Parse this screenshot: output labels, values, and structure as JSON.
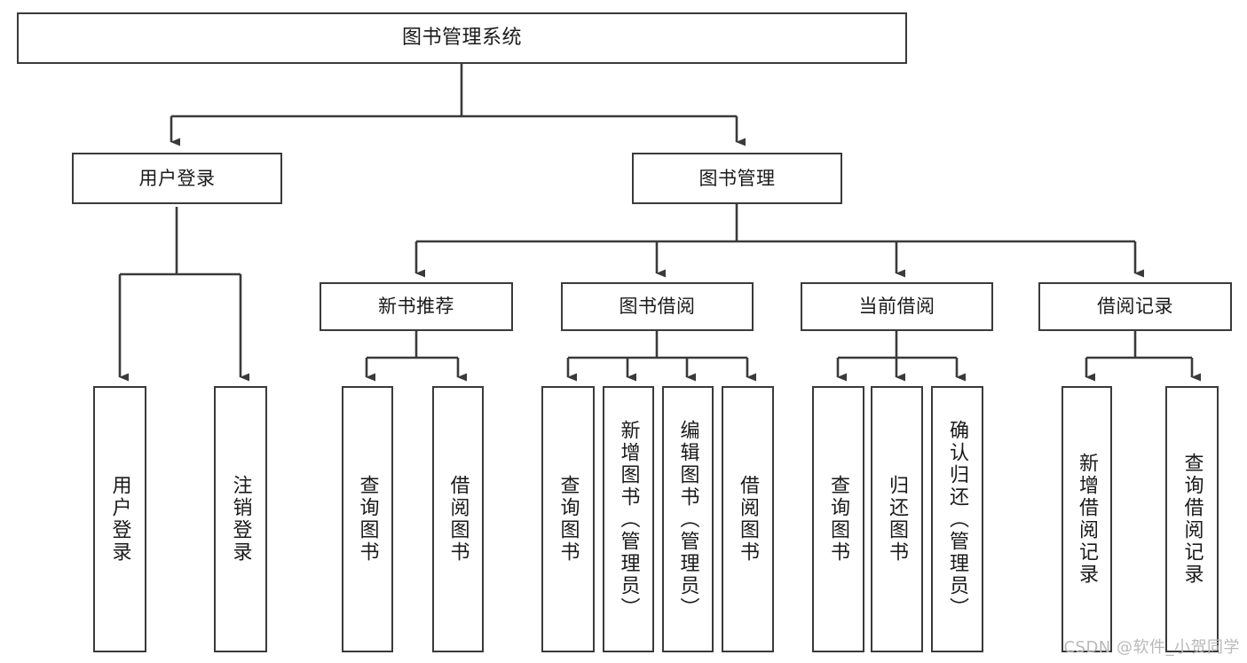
{
  "diagram": {
    "title": "图书管理系统",
    "type": "tree-hierarchy",
    "orientation": "top-down",
    "line_color": "#3a3a3a",
    "box_fill": "#ffffff",
    "text_color": "#1a1a1a",
    "nodes": {
      "root": {
        "label": "图书管理系统",
        "level": 0,
        "orient": "horizontal"
      },
      "l1": [
        {
          "id": "user-login",
          "label": "用户登录",
          "orient": "horizontal"
        },
        {
          "id": "book-manage",
          "label": "图书管理",
          "orient": "horizontal"
        }
      ],
      "l2": [
        {
          "id": "new-book-rec",
          "label": "新书推荐",
          "orient": "horizontal",
          "parent": "book-manage"
        },
        {
          "id": "book-borrow",
          "label": "图书借阅",
          "orient": "horizontal",
          "parent": "book-manage"
        },
        {
          "id": "current-borrow",
          "label": "当前借阅",
          "orient": "horizontal",
          "parent": "book-manage"
        },
        {
          "id": "borrow-record",
          "label": "借阅记录",
          "orient": "horizontal",
          "parent": "book-manage"
        }
      ],
      "leaves": [
        {
          "id": "leaf-user-login",
          "label": "用户登录",
          "orient": "vertical",
          "parent": "user-login"
        },
        {
          "id": "leaf-user-logout",
          "label": "注销登录",
          "orient": "vertical",
          "parent": "user-login"
        },
        {
          "id": "leaf-query-book-1",
          "label": "查询图书",
          "orient": "vertical",
          "parent": "new-book-rec"
        },
        {
          "id": "leaf-borrow-book-1",
          "label": "借阅图书",
          "orient": "vertical",
          "parent": "new-book-rec"
        },
        {
          "id": "leaf-query-book-2",
          "label": "查询图书",
          "orient": "vertical",
          "parent": "book-borrow"
        },
        {
          "id": "leaf-add-book",
          "label": "新增图书（管理员）",
          "orient": "vertical",
          "parent": "book-borrow"
        },
        {
          "id": "leaf-edit-book",
          "label": "编辑图书（管理员）",
          "orient": "vertical",
          "parent": "book-borrow"
        },
        {
          "id": "leaf-borrow-book-2",
          "label": "借阅图书",
          "orient": "vertical",
          "parent": "book-borrow"
        },
        {
          "id": "leaf-query-book-3",
          "label": "查询图书",
          "orient": "vertical",
          "parent": "current-borrow"
        },
        {
          "id": "leaf-return-book",
          "label": "归还图书",
          "orient": "vertical",
          "parent": "current-borrow"
        },
        {
          "id": "leaf-confirm-return",
          "label": "确认归还（管理员）",
          "orient": "vertical",
          "parent": "current-borrow"
        },
        {
          "id": "leaf-add-record",
          "label": "新增借阅记录",
          "orient": "vertical",
          "parent": "borrow-record"
        },
        {
          "id": "leaf-query-record",
          "label": "查询借阅记录",
          "orient": "vertical",
          "parent": "borrow-record"
        }
      ]
    }
  },
  "watermark": {
    "text": "CSDN @软件_小贺同学"
  }
}
